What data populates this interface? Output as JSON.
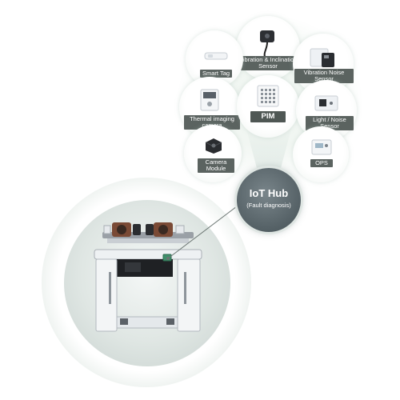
{
  "sensors": {
    "smart_tag": "Smart Tag",
    "vibration_inclination_line1": "Vibration & Inclination",
    "vibration_inclination_line2": "Sensor",
    "vibration_noise_line1": "Vibration Noise",
    "vibration_noise_line2": "Sensor",
    "thermal_line1": "Thermal imaging",
    "thermal_line2": "camera",
    "pim": "PIM",
    "light_noise_line1": "Light / Noise",
    "light_noise_line2": "Sensor",
    "camera_line1": "Camera",
    "camera_line2": "Module",
    "ops": "OPS"
  },
  "hub": {
    "title": "IoT Hub",
    "subtitle": "(Fault diagnosis)"
  },
  "colors": {
    "label_bg": "#5b6360",
    "hub_bg": "#5e6a6f",
    "glow": "#e3ebe6"
  }
}
